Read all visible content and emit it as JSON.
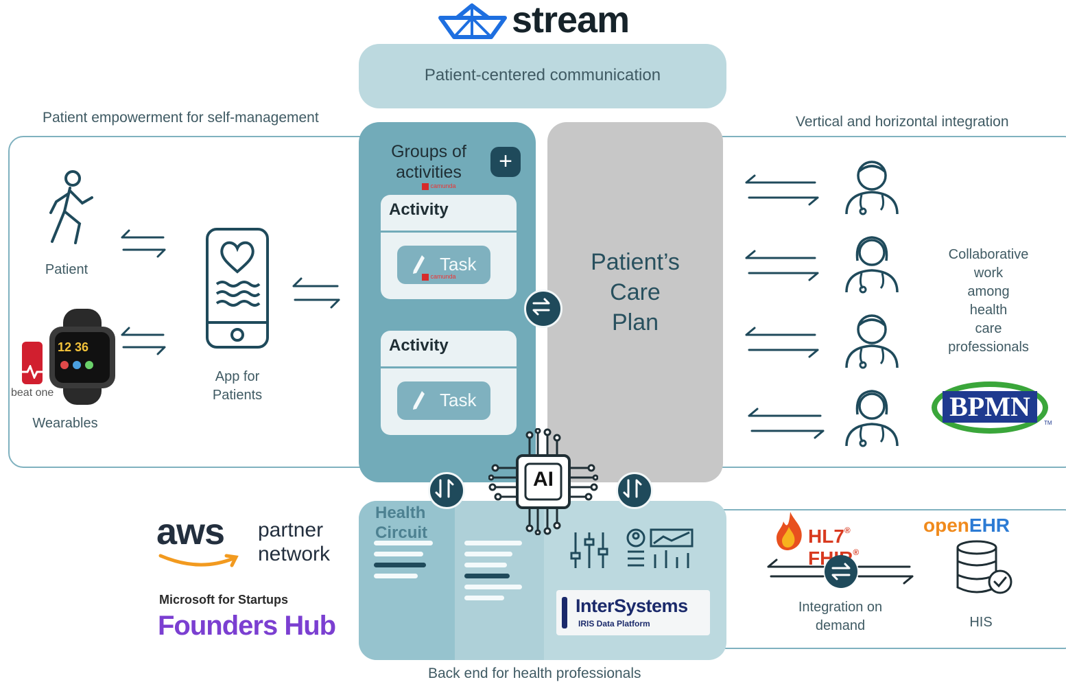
{
  "brand": {
    "name": "stream",
    "color": "#1e6fe0"
  },
  "top": {
    "title": "Patient-centered communication"
  },
  "left": {
    "section_title": "Patient empowerment for self-management",
    "patient_label": "Patient",
    "app_label_1": "App for",
    "app_label_2": "Patients",
    "wearables_label": "Wearables",
    "beatone_text": "beat one",
    "watch_time": "12 36"
  },
  "groups": {
    "title_1": "Groups of",
    "title_2": "activities",
    "add_icon": "plus-icon",
    "camunda_text": "camunda",
    "activities": [
      {
        "header": "Activity",
        "task": "Task"
      },
      {
        "header": "Activity",
        "task": "Task"
      }
    ]
  },
  "careplan": {
    "line1": "Patient’s",
    "line2": "Care",
    "line3": "Plan"
  },
  "right": {
    "section_title": "Vertical and horizontal integration",
    "collab_1": "Collaborative",
    "collab_2": "work",
    "collab_3": "among",
    "collab_4": "health",
    "collab_5": "care",
    "collab_6": "professionals",
    "bpmn": "BPMN",
    "tm": "TM"
  },
  "bottom": {
    "health_1": "Health",
    "health_2": "Circuit",
    "ai": "AI",
    "intersystems": "InterSystems",
    "iris": "IRIS Data Platform",
    "footer": "Back end for health professionals"
  },
  "partners": {
    "aws": "aws",
    "partner": "partner",
    "network": "network",
    "ms_startups": "Microsoft for Startups",
    "founders": "Founders Hub"
  },
  "integration": {
    "hl7": "HL7",
    "fhir": "FHIR",
    "openehr_open": "open",
    "openehr_ehr": "EHR",
    "integration_1": "Integration on",
    "integration_2": "demand",
    "his": "HIS"
  },
  "colors": {
    "teal_dark": "#1f4a5b",
    "teal_mid": "#72abb9",
    "teal_light": "#bcd9df",
    "gray": "#c7c7c7",
    "aws_orange": "#f29a1f",
    "founders_purple": "#7b3fd1",
    "hl7_red": "#d83a20",
    "openehr_orange": "#f08a1c",
    "openehr_blue": "#2c7bd4",
    "bpmn_green": "#3aa63a",
    "bpmn_blue": "#1f3a8f"
  }
}
